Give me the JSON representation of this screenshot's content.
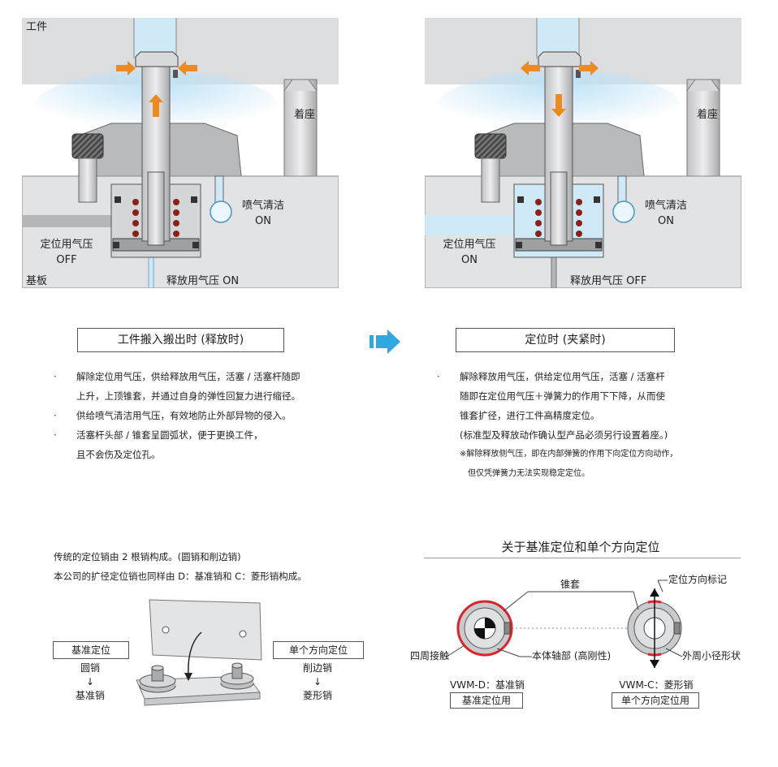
{
  "left_panel": {
    "workpiece": "工件",
    "base_plate": "基板",
    "seat": "着座",
    "air_blow": "喷气清洁",
    "air_blow_state": "ON",
    "locate_pressure": "定位用气压",
    "locate_pressure_state": "OFF",
    "release_pressure": "释放用气压 ON"
  },
  "right_panel": {
    "seat": "着座",
    "air_blow": "喷气清洁",
    "air_blow_state": "ON",
    "locate_pressure": "定位用气压",
    "locate_pressure_state": "ON",
    "release_pressure": "释放用气压 OFF"
  },
  "left_title": "工件搬入搬出时 (释放时)",
  "right_title": "定位时 (夹紧时)",
  "left_bullets": [
    {
      "line1": "解除定位用气压，供给释放用气压，活塞 / 活塞杆随即",
      "line2": "上升，上顶锥套，并通过自身的弹性回复力进行缩径。"
    },
    {
      "line1": "供给喷气清洁用气压，有效地防止外部异物的侵入。",
      "line2": ""
    },
    {
      "line1": "活塞杆头部 / 锥套呈圆弧状，便于更换工件，",
      "line2": "且不会伤及定位孔。"
    }
  ],
  "right_bullets": {
    "line1": "解除释放用气压，供给定位用气压，活塞 / 活塞杆",
    "line2": "随即在定位用气压＋弹簧力的作用下下降，从而使",
    "line3": "锥套扩径，进行工件高精度定位。",
    "line4": "(标准型及释放动作确认型产品必须另行设置着座。)",
    "note1": "※解除释放侧气压，即在内部弹簧的作用下向定位方向动作，",
    "note2": "但仅凭弹簧力无法实现稳定定位。"
  },
  "bottom_left": {
    "text1": "传统的定位销由 2 根销构成。(圆销和削边销)",
    "text2": "本公司的扩径定位销也同样由 D：基准销和 C：菱形销构成。",
    "box_left": "基准定位",
    "left_a": "圆销",
    "left_arrow": "↓",
    "left_b": "基准销",
    "box_right": "单个方向定位",
    "right_a": "削边销",
    "right_arrow": "↓",
    "right_b": "菱形销"
  },
  "bottom_right": {
    "heading": "关于基准定位和单个方向定位",
    "cone_sleeve": "锥套",
    "direction_mark": "定位方向标记",
    "four_contact": "四周接触",
    "body_shaft": "本体轴部 (高刚性)",
    "outer_reduced": "外周小径形状",
    "d_label": "VWM-D：基准销",
    "d_box": "基准定位用",
    "c_label": "VWM-C：菱形销",
    "c_box": "单个方向定位用"
  },
  "colors": {
    "orange": "#ee8a22",
    "blue_arrow": "#2fa8e0",
    "light_blue": "#cfe9f7",
    "steel": "#c4c5c7",
    "red_ring": "#d9252a"
  }
}
